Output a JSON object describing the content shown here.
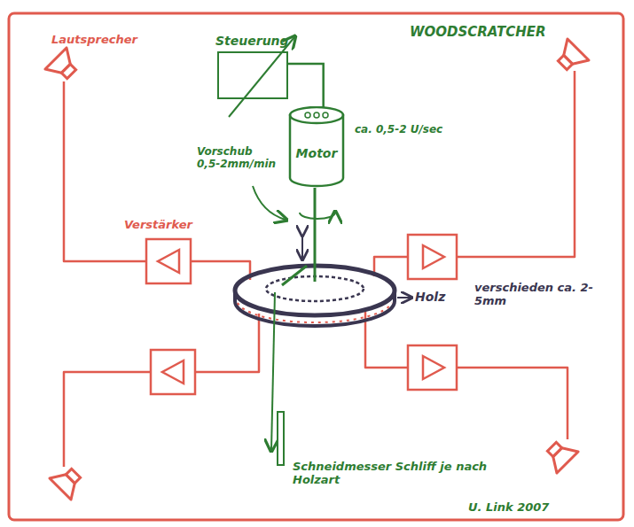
{
  "diagram": {
    "title": "WOODSCRATCHER",
    "nodes": [
      {
        "text": [
          "Steuerung"
        ]
      },
      {
        "text": [
          "Motor"
        ]
      }
    ],
    "edges": [
      {
        "from": 0,
        "to": 1,
        "arrow": "none"
      }
    ],
    "labels": [
      "Lautsprecher",
      "ca. 0,5-2 U/sec",
      "Vorschub 0,5-2mm/min",
      "Verstärker",
      "Holz",
      "verschieden ca. 2-5mm",
      "Schneidmesser Schliff je nach Holzart",
      "U. Link 2007"
    ]
  }
}
